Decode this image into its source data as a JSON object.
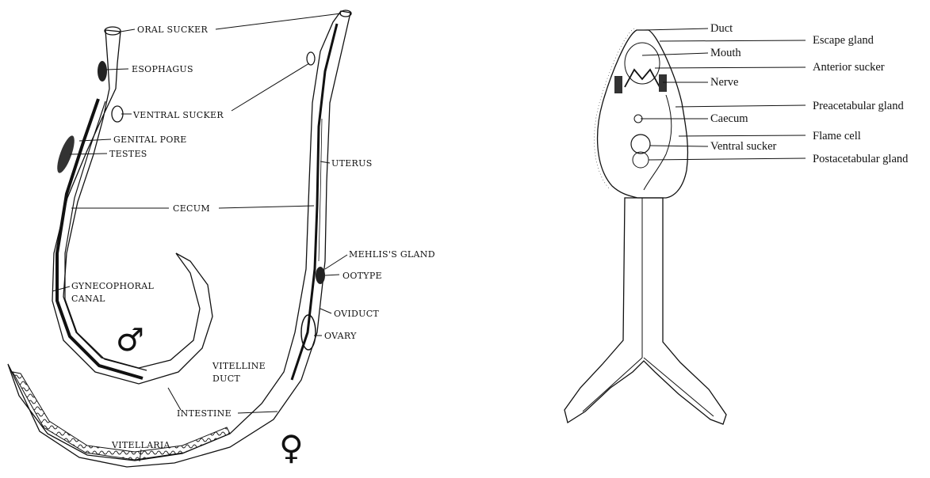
{
  "schistosome": {
    "labels": {
      "oral_sucker": "ORAL SUCKER",
      "esophagus": "ESOPHAGUS",
      "ventral_sucker": "VENTRAL SUCKER",
      "genital_pore": "GENITAL PORE",
      "testes": "TESTES",
      "uterus": "UTERUS",
      "cecum": "CECUM",
      "mehlis_gland": "MEHLIS'S GLAND",
      "ootype": "OOTYPE",
      "gynecophoral_1": "GYNECOPHORAL",
      "gynecophoral_2": "CANAL",
      "oviduct": "OVIDUCT",
      "ovary": "OVARY",
      "vitelline_1": "VITELLINE",
      "vitelline_2": "DUCT",
      "intestine": "INTESTINE",
      "vitellaria": "VITELLARIA"
    },
    "male_symbol": "♂",
    "female_symbol": "♀"
  },
  "cercaria": {
    "labels": {
      "duct": "Duct",
      "escape_gland": "Escape gland",
      "mouth": "Mouth",
      "anterior_sucker": "Anterior sucker",
      "nerve": "Nerve",
      "preacetabular_gland": "Preacetabular gland",
      "caecum": "Caecum",
      "flame_cell": "Flame cell",
      "ventral_sucker": "Ventral sucker",
      "postacetabular_gland": "Postacetabular gland"
    }
  }
}
